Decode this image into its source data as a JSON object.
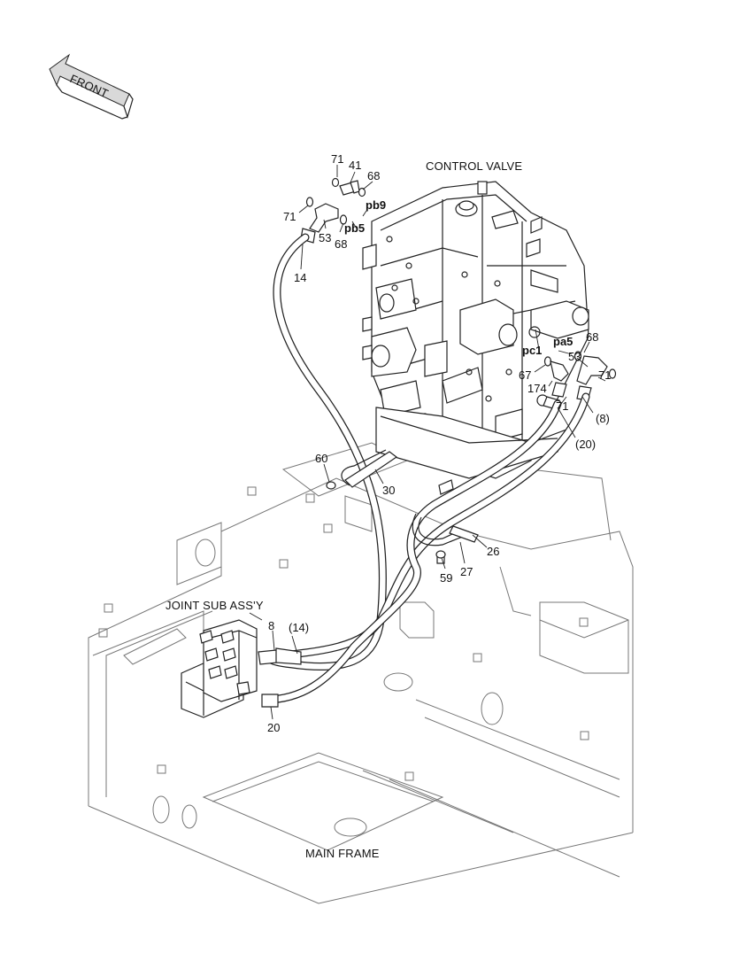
{
  "labels": {
    "front": "FRONT",
    "control_valve": "CONTROL VALVE",
    "joint_sub_assy": "JOINT SUB ASS'Y",
    "main_frame": "MAIN FRAME"
  },
  "ports": {
    "pb9": "pb9",
    "pb5": "pb5",
    "pc1": "pc1",
    "pa5": "pa5"
  },
  "callouts": {
    "c71a": "71",
    "c41": "41",
    "c68a": "68",
    "c71b": "71",
    "c53a": "53",
    "c68b": "68",
    "c14": "14",
    "c68c": "68",
    "c67": "67",
    "c53b": "53",
    "c174": "174",
    "c71c": "71",
    "c71d": "71",
    "c8p": "(8)",
    "c20p": "(20)",
    "c60": "60",
    "c30": "30",
    "c26": "26",
    "c59": "59",
    "c27": "27",
    "c8": "8",
    "c14p": "(14)",
    "c20": "20"
  },
  "colors": {
    "line": "#222222",
    "shade": "#d9d9d9",
    "background": "#ffffff"
  }
}
